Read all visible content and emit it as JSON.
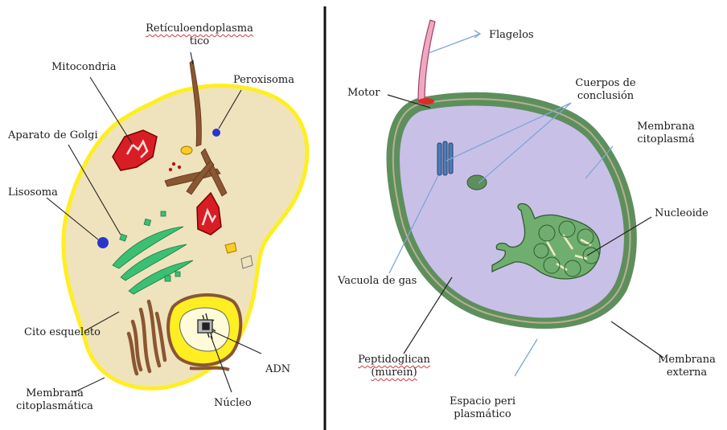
{
  "eukaryote": {
    "labels": {
      "reticulo_line1": "Retículoendoplasma",
      "reticulo_line2": "tico",
      "mitocondria": "Mitocondria",
      "peroxisoma": "Peroxisoma",
      "golgi": "Aparato de Golgi",
      "lisosoma": "Lisosoma",
      "citoesqueleto": "Cito esqueleto",
      "adn": "ADN",
      "membrana_line1": "Membrana",
      "membrana_line2": "citoplasmática",
      "nucleo": "Núcleo"
    }
  },
  "prokaryote": {
    "labels": {
      "flagelos": "Flagelos",
      "motor": "Motor",
      "cuerpos_line1": "Cuerpos de",
      "cuerpos_line2": "conclusión",
      "membrana_cito_line1": "Membrana",
      "membrana_cito_line2": "citoplasmá",
      "nucleoide": "Nucleoide",
      "vacuola": "Vacuola de gas",
      "peptido_line1": "Peptidoglican",
      "peptido_line2": "(murein)",
      "membrana_ext_line1": "Membrana",
      "membrana_ext_line2": "externa",
      "espacio_line1": "Espacio peri",
      "espacio_line2": "plasmático"
    }
  },
  "colors": {
    "cytoplasm": "#efe3bd",
    "membrane_yellow": "#ffee22",
    "mito_red": "#d81e24",
    "golgi_green": "#3bbf72",
    "er_brown": "#8a5633",
    "lysosome_blue": "#2b36c9",
    "bacteria_fill": "#c9c0e8",
    "bacteria_wall": "#5d8f5d",
    "flagellum_pink": "#f0a8c0",
    "pointer_blue": "#7ea6d6"
  }
}
